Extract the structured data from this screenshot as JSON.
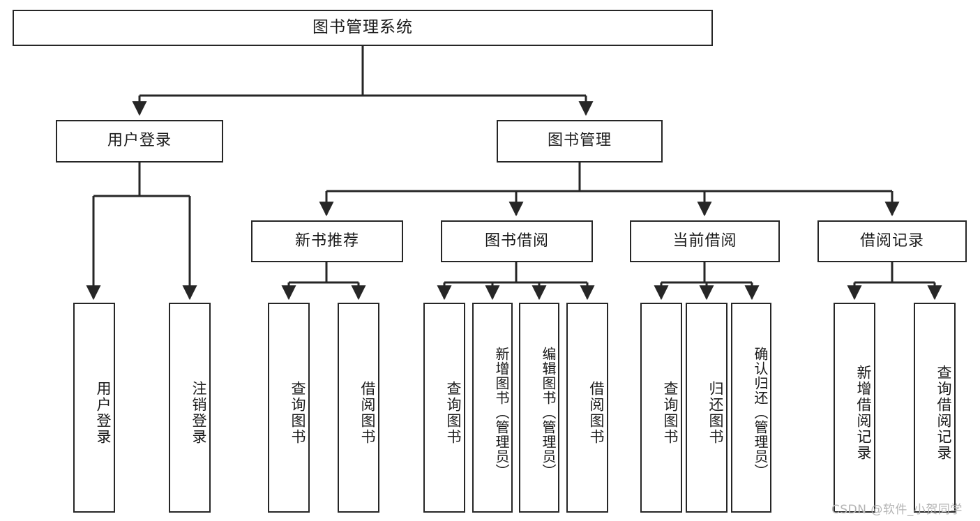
{
  "diagram": {
    "title": "图书管理系统",
    "type": "hierarchy-tree",
    "colors": {
      "stroke": "#262626",
      "fill": "#ffffff",
      "text": "#1a1a1a",
      "watermark": "#b4b4b4"
    },
    "nodes": {
      "root": {
        "label": "图书管理系统",
        "level": 1,
        "orientation": "horizontal"
      },
      "user_login": {
        "label": "用户登录",
        "level": 2,
        "orientation": "horizontal"
      },
      "book_manage": {
        "label": "图书管理",
        "level": 2,
        "orientation": "horizontal"
      },
      "new_book_rec": {
        "label": "新书推荐",
        "level": 3,
        "orientation": "horizontal"
      },
      "book_borrow": {
        "label": "图书借阅",
        "level": 3,
        "orientation": "horizontal"
      },
      "current_borrow": {
        "label": "当前借阅",
        "level": 3,
        "orientation": "horizontal"
      },
      "borrow_record": {
        "label": "借阅记录",
        "level": 3,
        "orientation": "horizontal"
      },
      "leaf_user_login": {
        "label": "用户登录",
        "level": 4,
        "orientation": "vertical"
      },
      "leaf_logout": {
        "label": "注销登录",
        "level": 4,
        "orientation": "vertical"
      },
      "leaf_query_book_1": {
        "label": "查询图书",
        "level": 4,
        "orientation": "vertical"
      },
      "leaf_borrow_book_1": {
        "label": "借阅图书",
        "level": 4,
        "orientation": "vertical"
      },
      "leaf_query_book_2": {
        "label": "查询图书",
        "level": 4,
        "orientation": "vertical"
      },
      "leaf_add_book": {
        "label": "新增图书（管理员）",
        "level": 4,
        "orientation": "vertical"
      },
      "leaf_edit_book": {
        "label": "编辑图书（管理员）",
        "level": 4,
        "orientation": "vertical"
      },
      "leaf_borrow_book_2": {
        "label": "借阅图书",
        "level": 4,
        "orientation": "vertical"
      },
      "leaf_query_book_3": {
        "label": "查询图书",
        "level": 4,
        "orientation": "vertical"
      },
      "leaf_return_book": {
        "label": "归还图书",
        "level": 4,
        "orientation": "vertical"
      },
      "leaf_confirm_return": {
        "label": "确认归还（管理员）",
        "level": 4,
        "orientation": "vertical"
      },
      "leaf_add_record": {
        "label": "新增借阅记录",
        "level": 4,
        "orientation": "vertical"
      },
      "leaf_query_record": {
        "label": "查询借阅记录",
        "level": 4,
        "orientation": "vertical"
      }
    },
    "edges": [
      {
        "from": "root",
        "to": "user_login"
      },
      {
        "from": "root",
        "to": "book_manage"
      },
      {
        "from": "book_manage",
        "to": "new_book_rec"
      },
      {
        "from": "book_manage",
        "to": "book_borrow"
      },
      {
        "from": "book_manage",
        "to": "current_borrow"
      },
      {
        "from": "book_manage",
        "to": "borrow_record"
      },
      {
        "from": "user_login",
        "to": "leaf_user_login"
      },
      {
        "from": "user_login",
        "to": "leaf_logout"
      },
      {
        "from": "new_book_rec",
        "to": "leaf_query_book_1"
      },
      {
        "from": "new_book_rec",
        "to": "leaf_borrow_book_1"
      },
      {
        "from": "book_borrow",
        "to": "leaf_query_book_2"
      },
      {
        "from": "book_borrow",
        "to": "leaf_add_book"
      },
      {
        "from": "book_borrow",
        "to": "leaf_edit_book"
      },
      {
        "from": "book_borrow",
        "to": "leaf_borrow_book_2"
      },
      {
        "from": "current_borrow",
        "to": "leaf_query_book_3"
      },
      {
        "from": "current_borrow",
        "to": "leaf_return_book"
      },
      {
        "from": "current_borrow",
        "to": "leaf_confirm_return"
      },
      {
        "from": "borrow_record",
        "to": "leaf_add_record"
      },
      {
        "from": "borrow_record",
        "to": "leaf_query_record"
      }
    ],
    "watermark": "CSDN @软件_小贺同学"
  }
}
